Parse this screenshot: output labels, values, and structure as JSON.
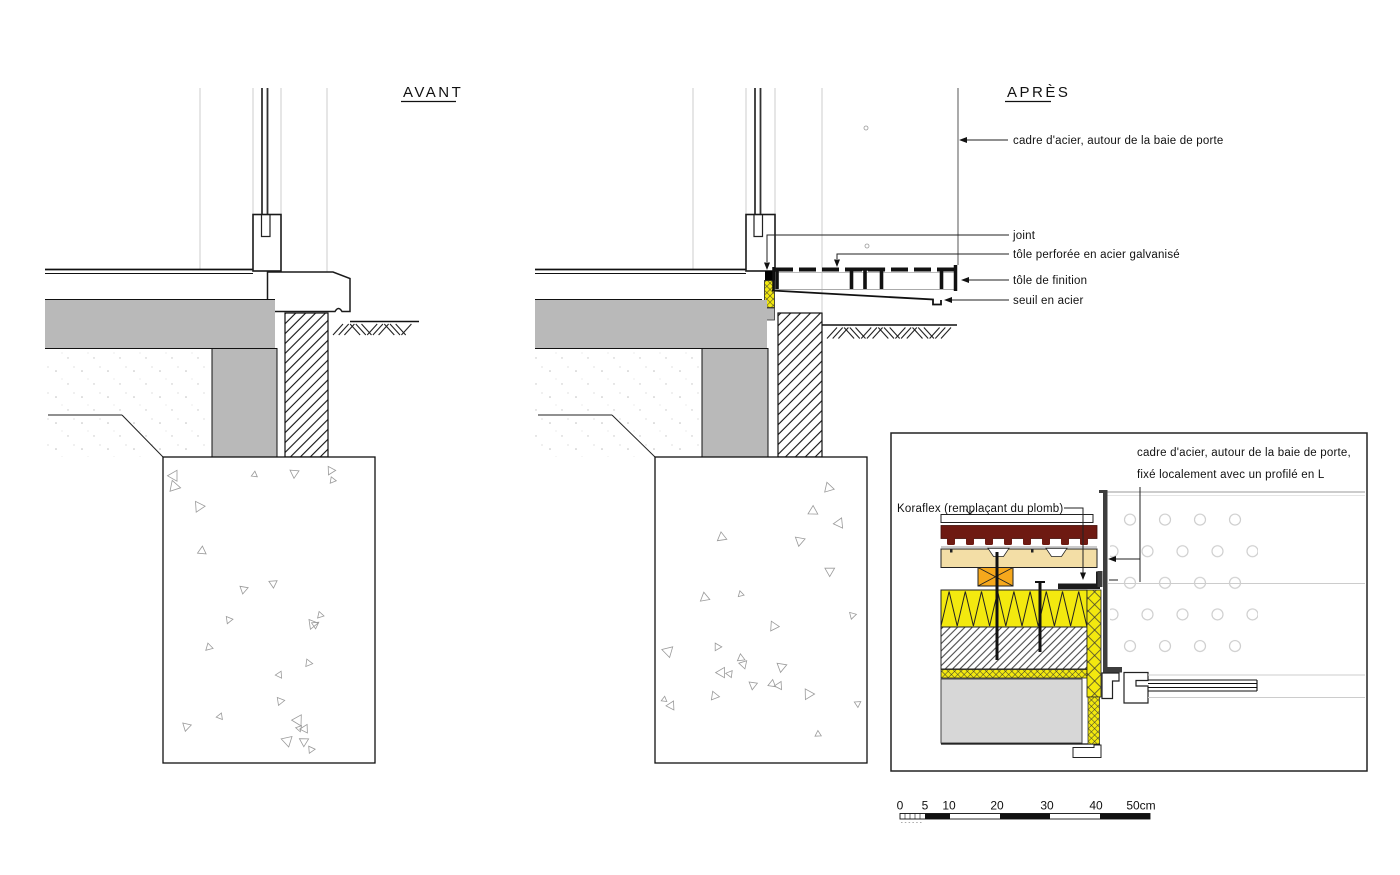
{
  "titles": {
    "before": "AVANT",
    "after": "APRÈS"
  },
  "labels": {
    "steel_frame": "cadre d'acier, autour de la baie de porte",
    "joint": "joint",
    "perforated_sheet": "tôle perforée en acier galvanisé",
    "finish_sheet": "tôle de finition",
    "steel_sill": "seuil en acier",
    "koraflex": "Koraflex (remplaçant du plomb)",
    "frame_detail_line1": "cadre d'acier, autour de la baie de porte,",
    "frame_detail_line2": "fixé localement avec un profilé en L"
  },
  "scale_bar": {
    "labels": [
      "0",
      "5",
      "10",
      "20",
      "30",
      "40",
      "50cm"
    ]
  },
  "colors": {
    "concrete_gray": "#b9b9b9",
    "detail_slab_gray": "#d7d7d7",
    "insulation_yellow": "#f3e90f",
    "timber_orange": "#f6a81c",
    "koraflex_maroon": "#6e1a12",
    "wood_tan": "#f3dea6",
    "steel_dark": "#3d3d3d",
    "line_black": "#111111"
  }
}
